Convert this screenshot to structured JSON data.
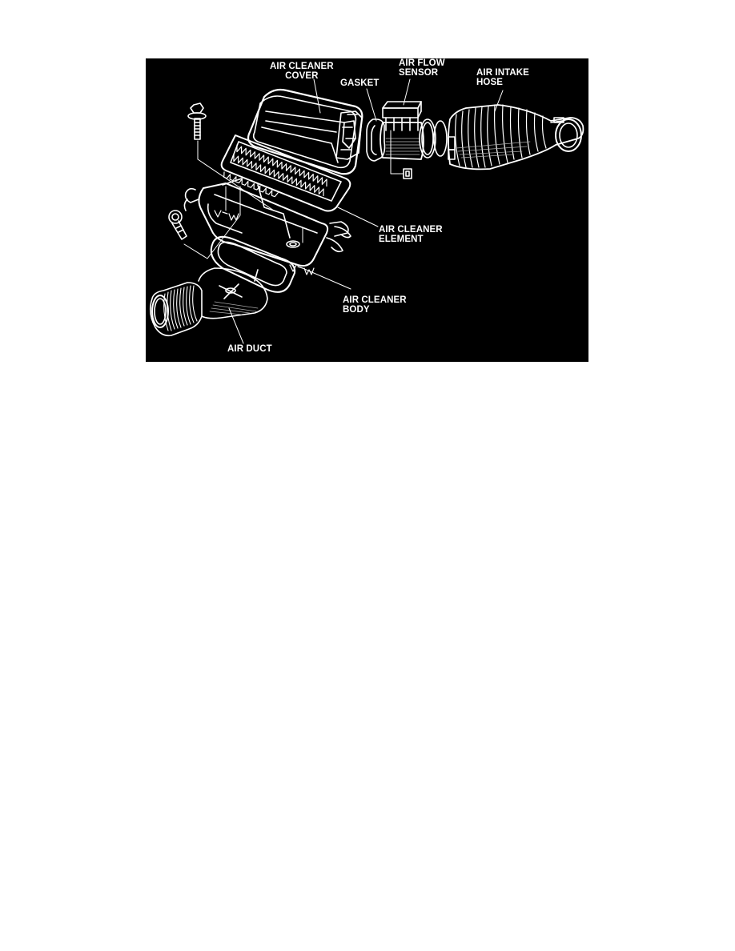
{
  "figure": {
    "background_color": "#000000",
    "line_color": "#ffffff",
    "labels": {
      "air_cleaner_cover": {
        "line1": "AIR CLEANER",
        "line2": "COVER"
      },
      "gasket": {
        "line1": "GASKET"
      },
      "air_flow_sensor": {
        "line1": "AIR FLOW",
        "line2": "SENSOR"
      },
      "air_intake_hose": {
        "line1": "AIR INTAKE",
        "line2": "HOSE"
      },
      "air_cleaner_element": {
        "line1": "AIR CLEANER",
        "line2": "ELEMENT"
      },
      "air_cleaner_body": {
        "line1": "AIR CLEANER",
        "line2": "BODY"
      },
      "air_duct": {
        "line1": "AIR DUCT"
      }
    },
    "components": [
      "air-cleaner-cover",
      "gasket",
      "air-flow-sensor",
      "air-intake-hose",
      "air-cleaner-element",
      "air-cleaner-body",
      "air-duct",
      "bolt-upper",
      "bolt-lower"
    ]
  }
}
